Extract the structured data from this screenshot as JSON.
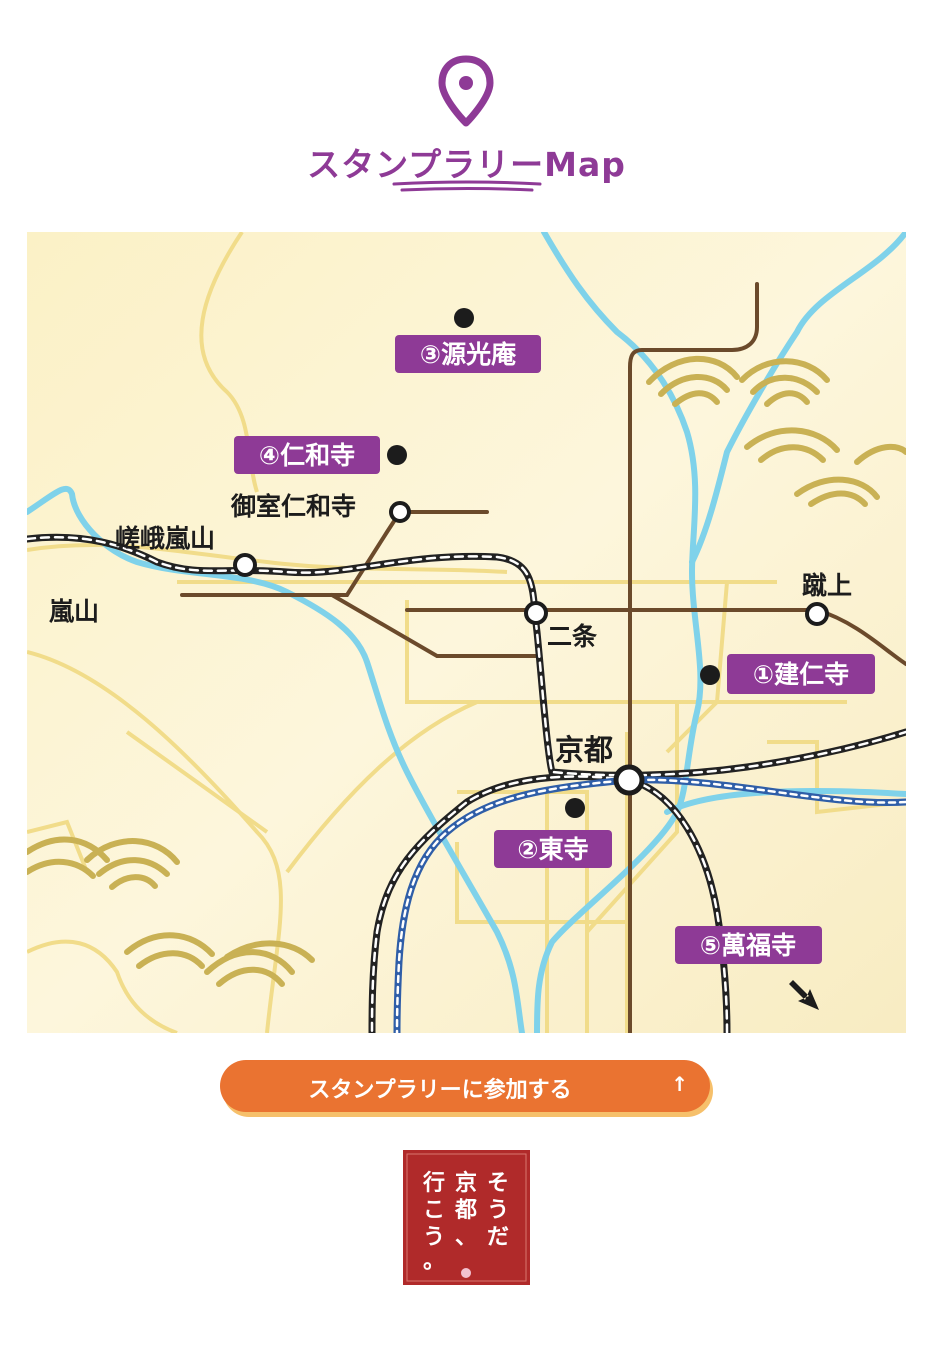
{
  "header": {
    "title": "スタンプラリーMap",
    "pin_icon": "map-pin-icon"
  },
  "map": {
    "spots": [
      "③源光庵",
      "④仁和寺",
      "①建仁寺",
      "②東寺",
      "⑤萬福寺"
    ],
    "stations": [
      "御室仁和寺",
      "嵯峨嵐山",
      "蹴上",
      "二条",
      "京都"
    ],
    "areas": [
      "嵐山"
    ],
    "offmap_arrow_icon": "arrow-down-right-icon"
  },
  "cta": {
    "label": "スタンプラリーに参加する",
    "arrow": "↑"
  },
  "logo": {
    "text": "そうだ京都、行こう。"
  },
  "colors": {
    "purple": "#8e3a96",
    "orange": "#ea7331",
    "river": "#7fd2ea",
    "road": "#f1dc8a",
    "rail": "#6b4a2b",
    "logo_red": "#b02a2a"
  }
}
